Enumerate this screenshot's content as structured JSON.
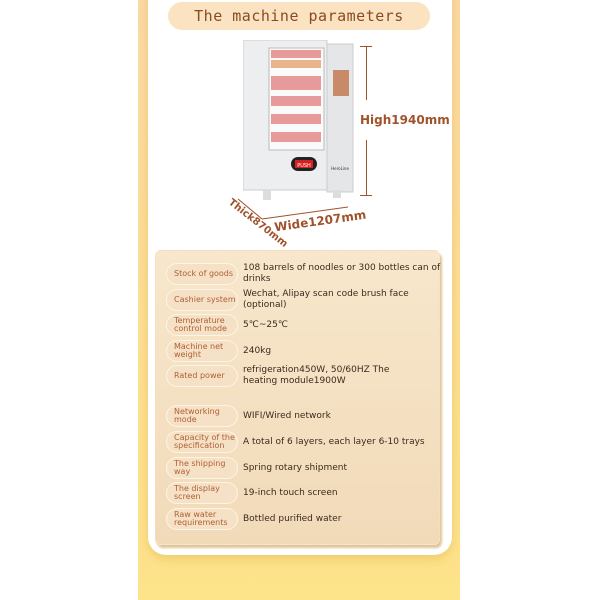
{
  "title": "The machine parameters",
  "dimensions": {
    "height": "High1940mm",
    "width": "Wide1207mm",
    "thickness": "Thick870mm"
  },
  "machine_labels": {
    "button": "PUSH",
    "brand": "HeroLine"
  },
  "params": [
    {
      "label": "Stock of goods",
      "value": "108 barrels of noodles or 300 bottles can of drinks"
    },
    {
      "label": "Cashier system",
      "value": "Wechat, Alipay scan code brush face (optional)"
    },
    {
      "label": "Temperature control mode",
      "value": "5℃~25℃"
    },
    {
      "label": "Machine net weight",
      "value": "240kg"
    },
    {
      "label": "Rated power",
      "value": "refrigeration450W,  50/60HZ The heating module1900W"
    },
    {
      "label": "Networking mode",
      "value": "WIFI/Wired network"
    },
    {
      "label": "Capacity of the specification",
      "value": "A total of 6 layers, each layer 6-10 trays"
    },
    {
      "label": "The shipping way",
      "value": "Spring rotary shipment"
    },
    {
      "label": "The display screen",
      "value": "19-inch touch screen"
    },
    {
      "label": "Raw water requirements",
      "value": "Bottled purified water"
    }
  ]
}
